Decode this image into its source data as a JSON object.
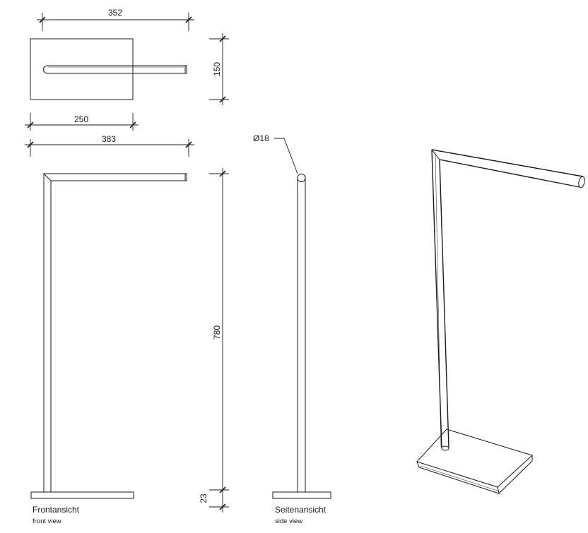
{
  "dimensions": {
    "top_width": "352",
    "top_depth": "150",
    "top_base_width": "250",
    "front_width": "383",
    "height": "780",
    "base_height": "23",
    "tube_diameter": "Ø18"
  },
  "views": {
    "front_title": "Frontansicht",
    "front_subtitle": "front view",
    "side_title": "Seitenansicht",
    "side_subtitle": "side view"
  }
}
